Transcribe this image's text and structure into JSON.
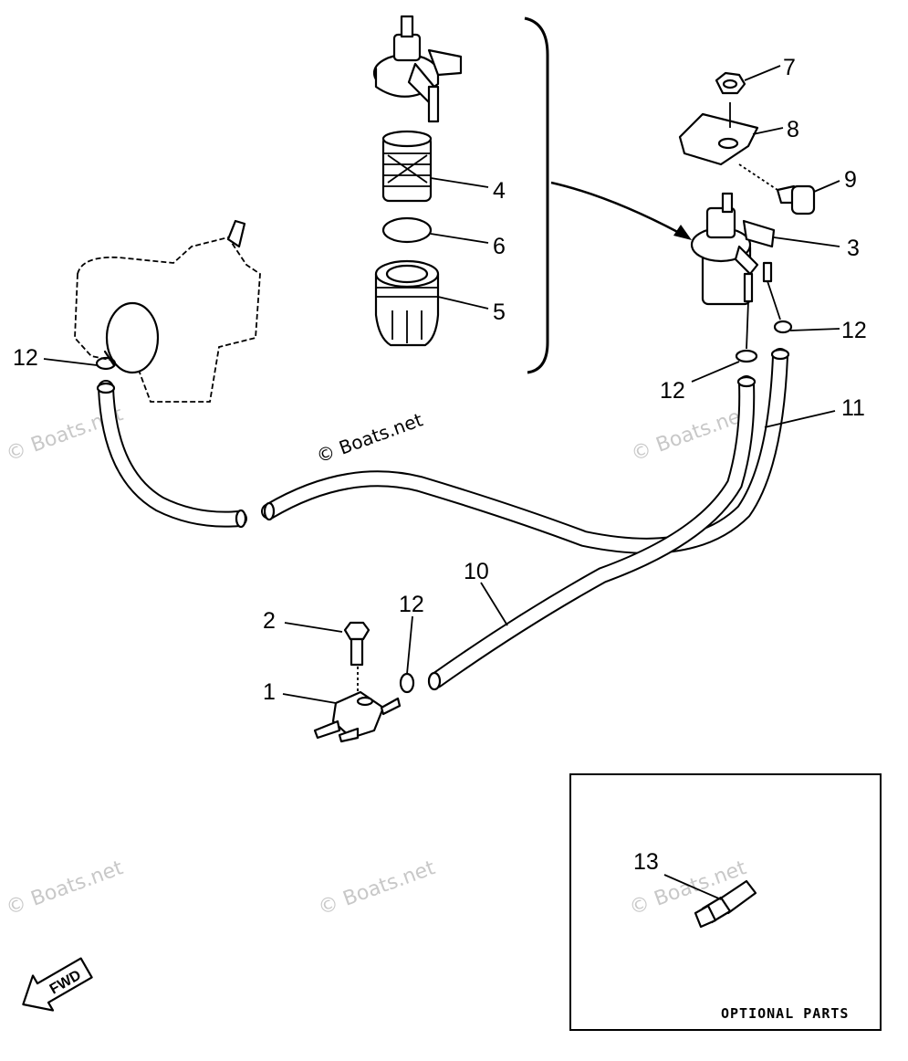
{
  "watermark": {
    "text": "© Boats.net"
  },
  "callouts": {
    "p1": "1",
    "p2": "2",
    "p3": "3",
    "p4": "4",
    "p5": "5",
    "p6": "6",
    "p7": "7",
    "p8": "8",
    "p9": "9",
    "p10": "10",
    "p11": "11",
    "p12": "12",
    "p13": "13"
  },
  "optional_box": {
    "label": "OPTIONAL PARTS"
  },
  "fwd_arrow": {
    "label": "FWD"
  }
}
